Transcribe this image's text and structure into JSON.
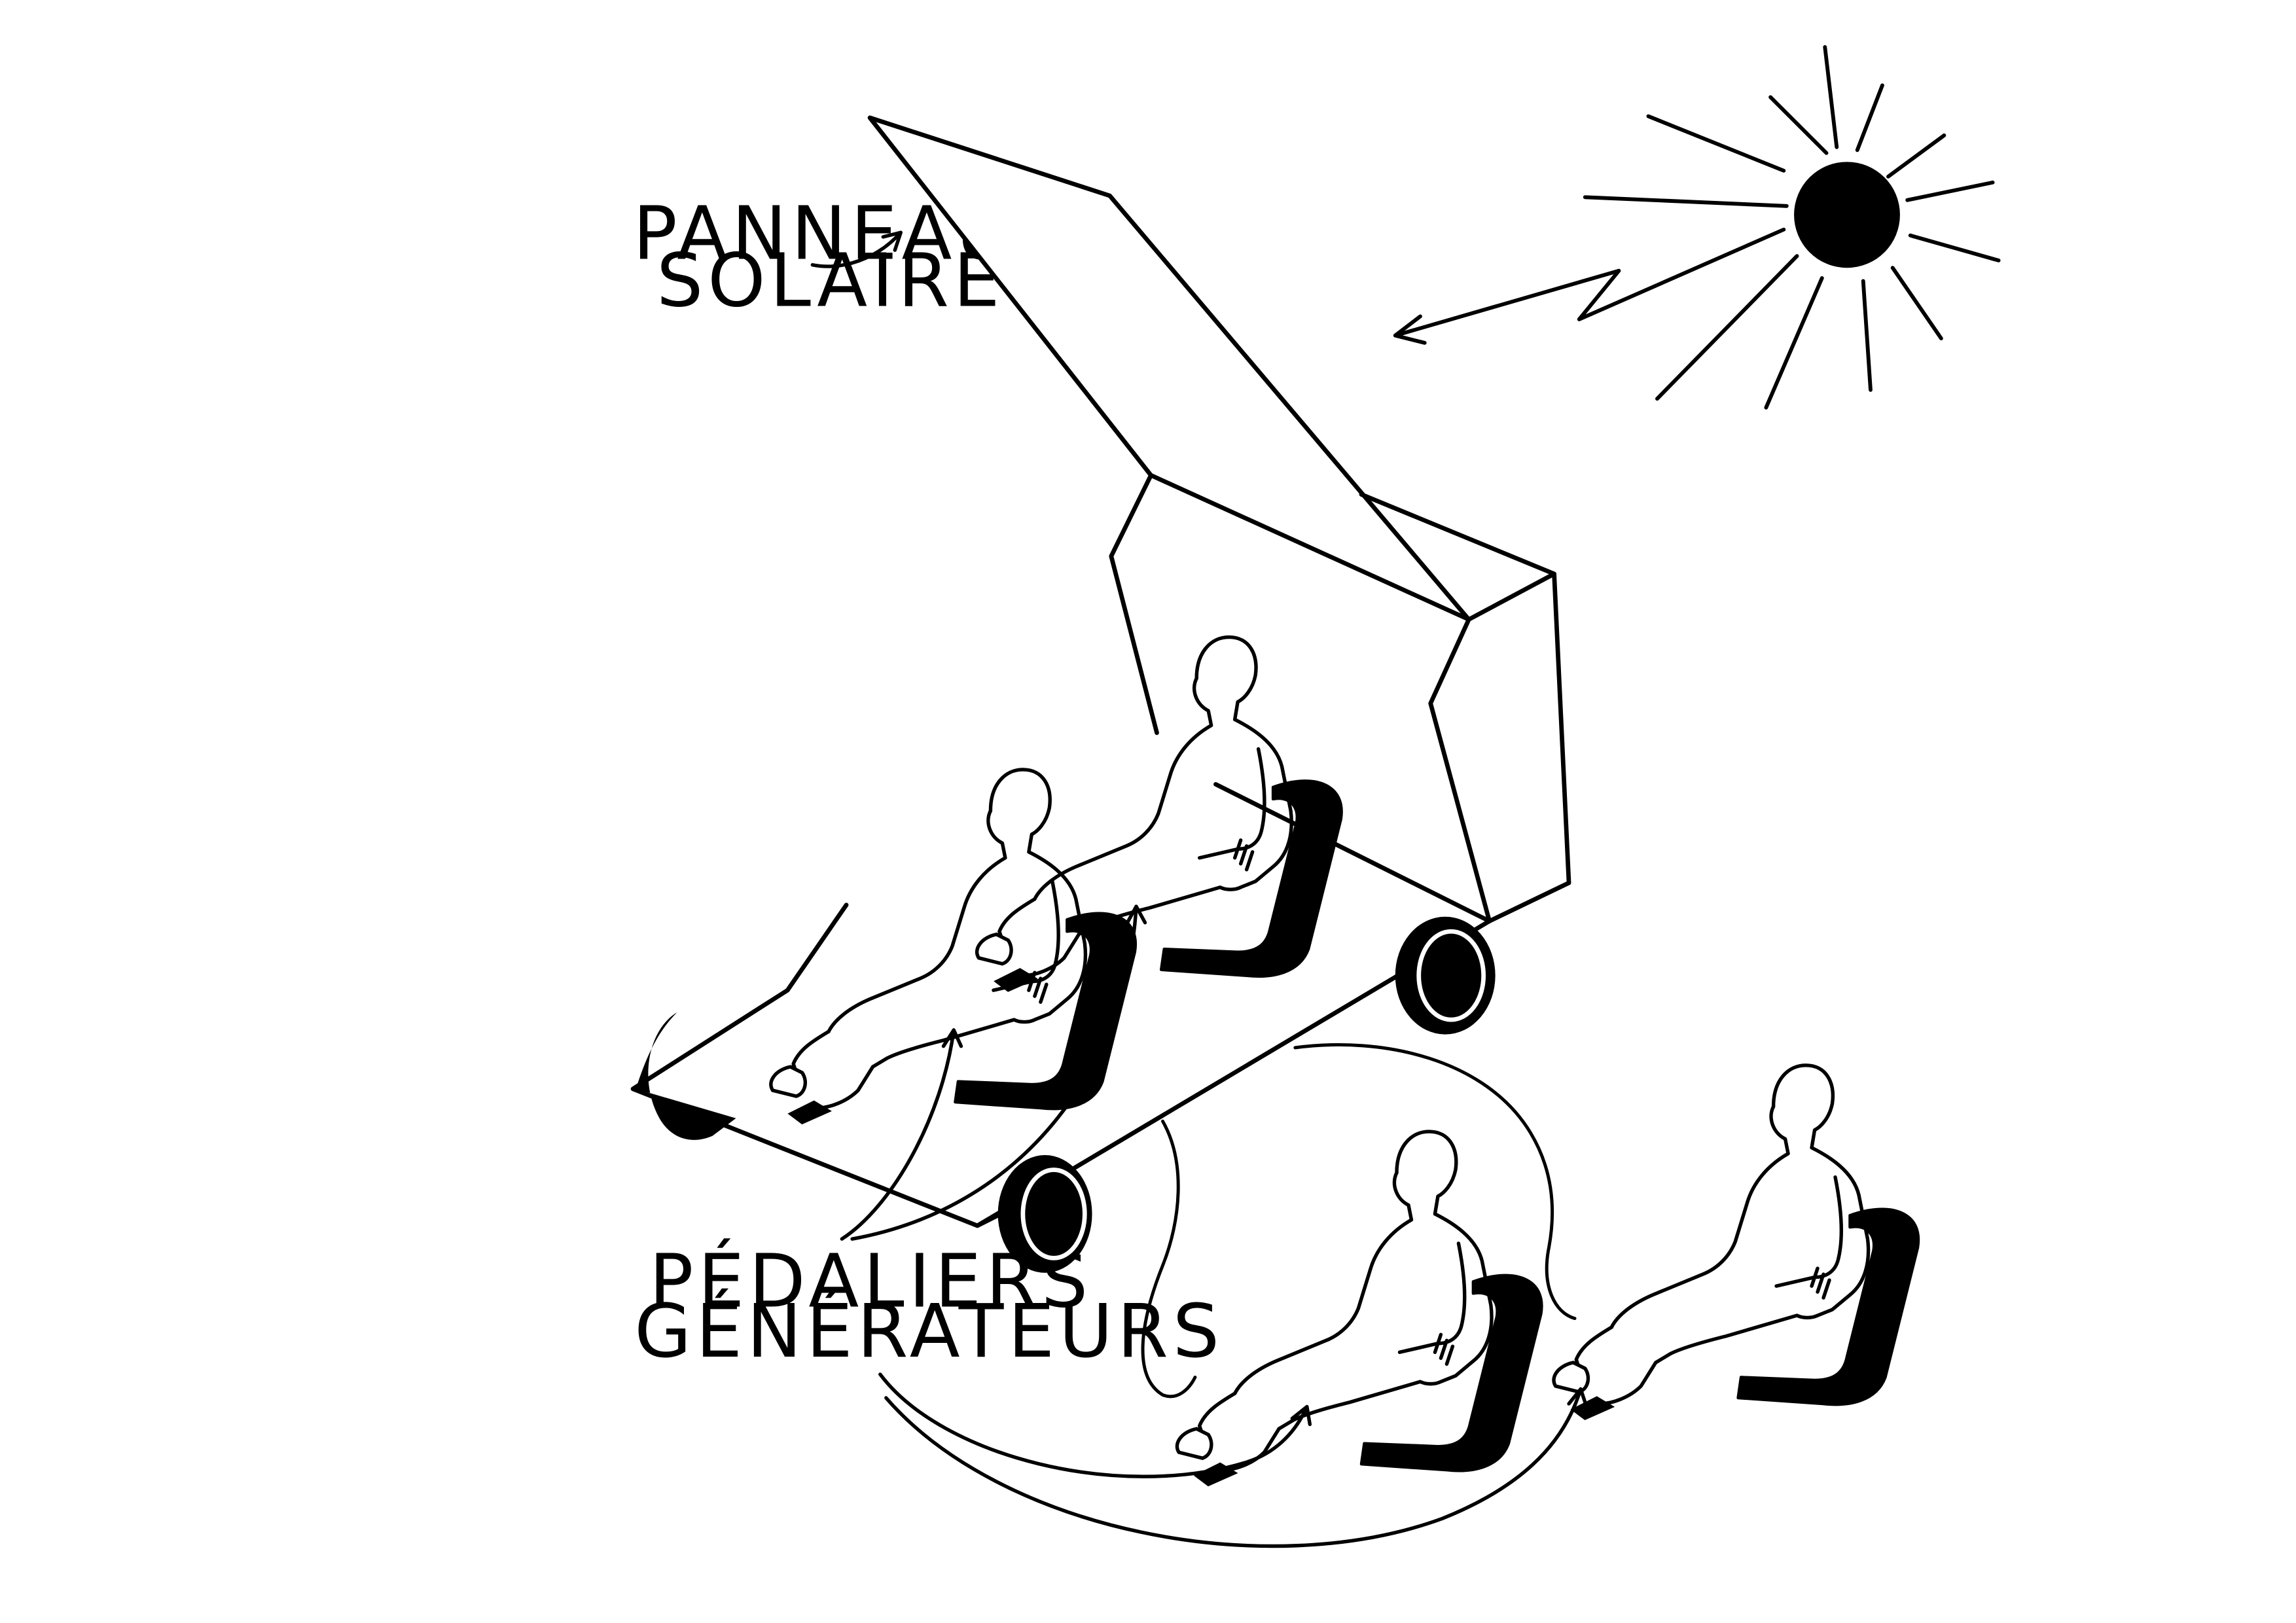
{
  "labels": {
    "solar_panel_line1": "PANNEAU",
    "solar_panel_line2": "SOLAIRE",
    "pedals_line1": "PÉDALIERS",
    "pedals_line2": "GÉNÉRATEURS"
  },
  "colors": {
    "ink": "#000000",
    "paper": "#ffffff"
  },
  "icons": {
    "sun": "sun-icon",
    "sunlight_arrow": "lightning-arrow-icon"
  }
}
